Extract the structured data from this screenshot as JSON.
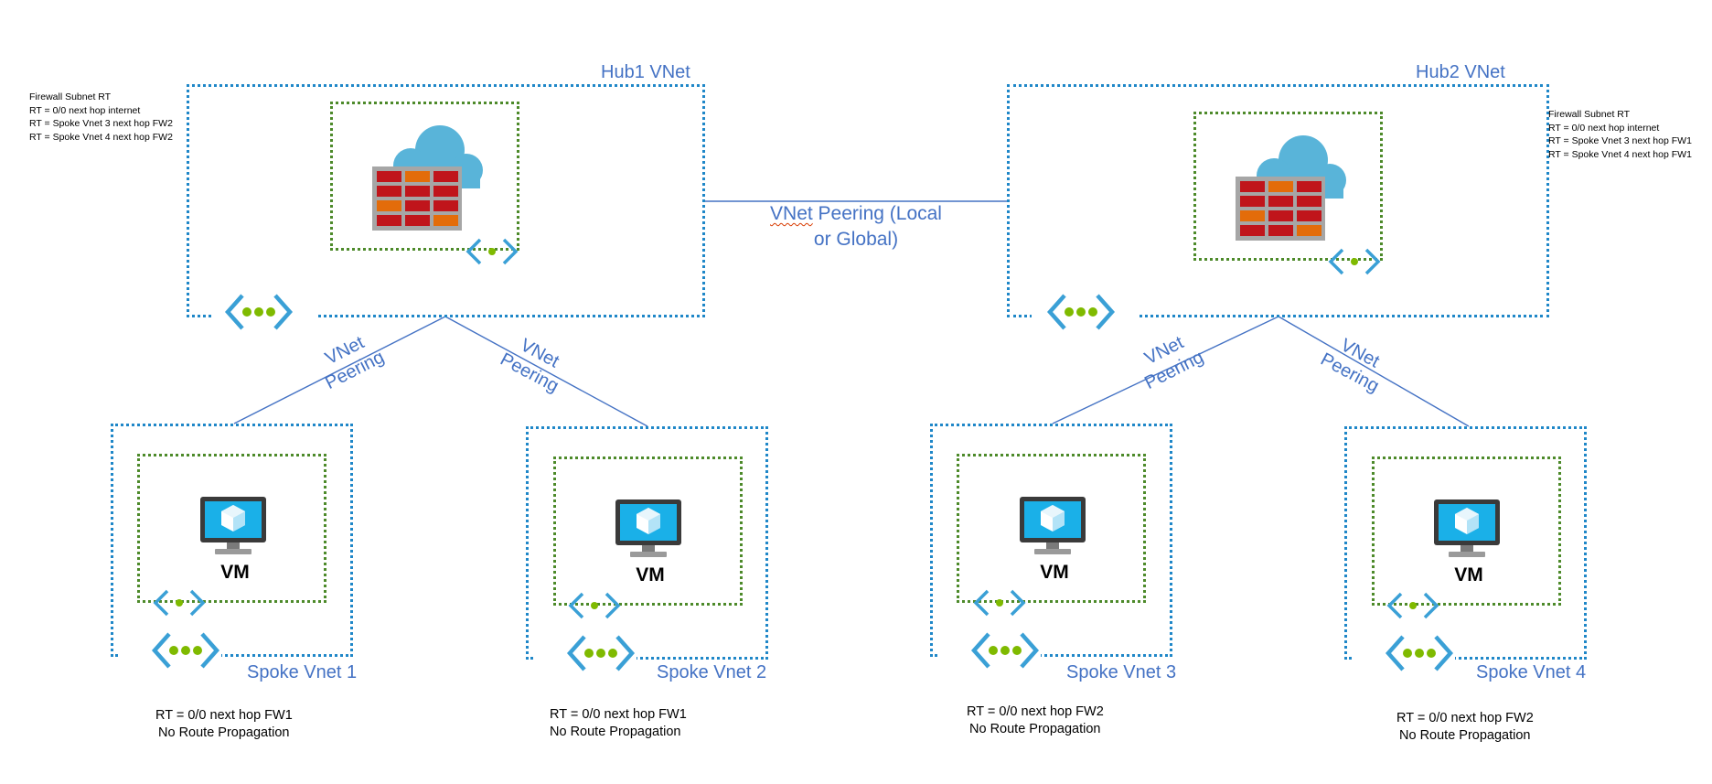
{
  "hubs": [
    {
      "title": "Hub1 VNet",
      "route_table": [
        "Firewall Subnet RT",
        "RT = 0/0 next hop internet",
        "RT = Spoke Vnet 3 next hop FW2",
        "RT = Spoke Vnet 4 next hop FW2"
      ],
      "firewall_icon": "firewall-cloud-icon",
      "gateway_icon": "vnet-connector-icon"
    },
    {
      "title": "Hub2 VNet",
      "route_table": [
        "Firewall Subnet RT",
        "RT = 0/0 next hop internet",
        "RT = Spoke Vnet 3 next hop FW1",
        "RT = Spoke Vnet 4 next hop FW1"
      ],
      "firewall_icon": "firewall-cloud-icon",
      "gateway_icon": "vnet-connector-icon"
    }
  ],
  "hub_peering": {
    "word": "VNet",
    "line1_rest": " Peering (Local",
    "line2": "or Global)"
  },
  "spoke_peering": {
    "line1": "VNet",
    "line2": "Peering"
  },
  "spokes": [
    {
      "title": "Spoke Vnet 1",
      "vm_label": "VM",
      "route_line": "RT = 0/0 next hop FW1",
      "propagation": "No Route Propagation"
    },
    {
      "title": "Spoke Vnet 2",
      "vm_label": "VM",
      "route_line": "RT = 0/0 next hop FW1",
      "propagation": "No Route Propagation"
    },
    {
      "title": "Spoke Vnet 3",
      "vm_label": "VM",
      "route_line": "RT = 0/0 next hop FW2",
      "propagation": "No Route Propagation"
    },
    {
      "title": "Spoke Vnet 4",
      "vm_label": "VM",
      "route_line": "RT = 0/0 next hop FW2",
      "propagation": "No Route Propagation"
    }
  ],
  "colors": {
    "vnet_border": "#1f87c8",
    "subnet_border": "#4d8a2a",
    "label_blue": "#4472c4",
    "connector_line": "#4472c4",
    "firewall_red": "#c0151b",
    "firewall_orange": "#e36c0a",
    "cloud_blue": "#59b4d9",
    "connector_dot": "#7fba00"
  }
}
